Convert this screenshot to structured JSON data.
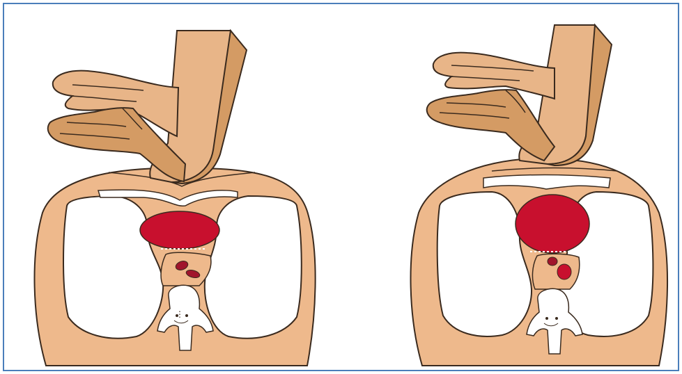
{
  "figure": {
    "frame_color": "#4a7eba",
    "panels": [
      {
        "id": "compressed",
        "structures": [
          "hand-pair",
          "arm",
          "chest-wall",
          "sternum",
          "lung-left",
          "lung-right",
          "heart",
          "aorta",
          "esophagus",
          "spine"
        ],
        "heart_state": "compressed",
        "sternum_state": "depressed"
      },
      {
        "id": "released",
        "structures": [
          "hand-pair",
          "arm",
          "chest-wall",
          "sternum",
          "lung-left",
          "lung-right",
          "heart",
          "aorta",
          "esophagus",
          "spine"
        ],
        "heart_state": "filled",
        "sternum_state": "raised"
      }
    ],
    "colors": {
      "skin": "#e8b588",
      "skin_shadow": "#d49b64",
      "tissue": "#eeb98c",
      "outline": "#3a2a1e",
      "heart": "#c8102e",
      "vessels": "#a0152c",
      "bone": "#ffffff",
      "background": "#ffffff"
    }
  }
}
